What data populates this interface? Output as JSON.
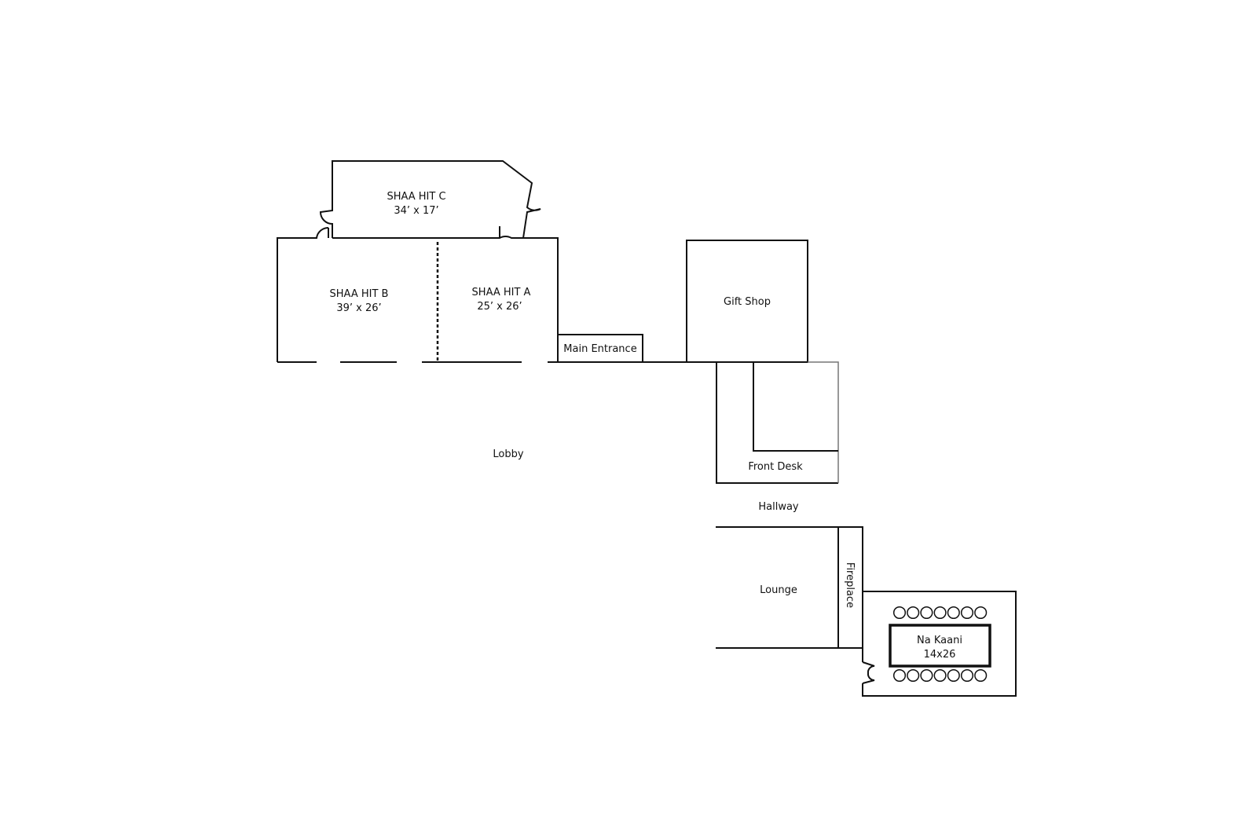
{
  "rooms": {
    "shaa_hit_c": {
      "name": "SHAA HIT C",
      "size": "34’ x 17’"
    },
    "shaa_hit_b": {
      "name": "SHAA HIT B",
      "size": "39’ x 26’"
    },
    "shaa_hit_a": {
      "name": "SHAA HIT A",
      "size": "25’ x 26’"
    },
    "main_entrance": "Main Entrance",
    "gift_shop": "Gift Shop",
    "lobby": "Lobby",
    "front_desk": "Front Desk",
    "hallway": "Hallway",
    "lounge": "Lounge",
    "fireplace": "Fireplace",
    "na_kaani": {
      "name": "Na Kaani",
      "size": "14x26"
    }
  },
  "na_kaani_chairs_per_side": 7
}
